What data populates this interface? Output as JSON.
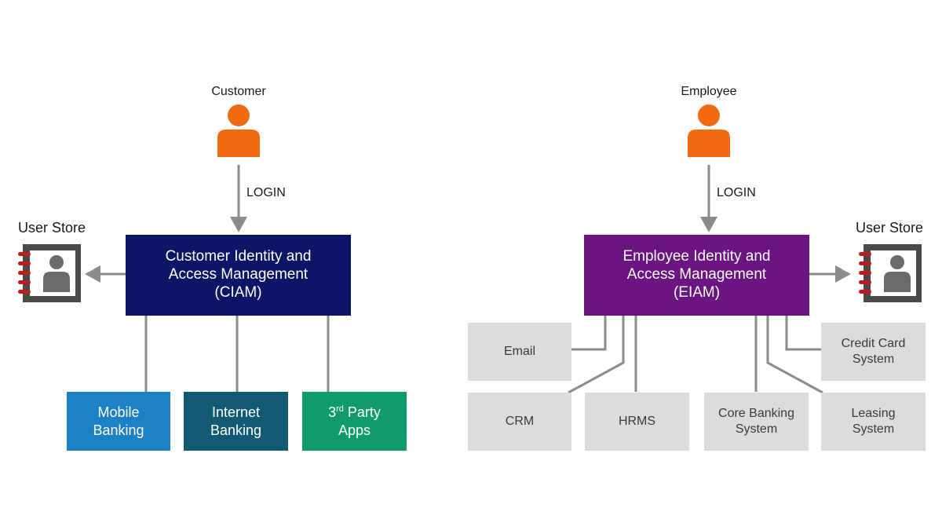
{
  "colors": {
    "accent_person": "#f26a10",
    "ciam": "#0d1566",
    "eiam": "#6b1582",
    "mobile": "#1c80c4",
    "internet": "#125a72",
    "third_party": "#0f9a6b",
    "system_box": "#dadcdd",
    "connector": "#8b8b8b",
    "store_ring": "#c21a1a"
  },
  "customer": {
    "label": "Customer",
    "icon": "person-icon",
    "login_label": "LOGIN",
    "store_label": "User Store",
    "store_icon": "contact-book-icon",
    "iam_text": "Customer Identity and\nAccess Management\n(CIAM)",
    "apps": {
      "mobile": "Mobile\nBanking",
      "internet": "Internet\nBanking",
      "third_party_num": "3",
      "third_party_sup": "rd",
      "third_party_rest": " Party",
      "third_party_line2": "Apps"
    }
  },
  "employee": {
    "label": "Employee",
    "icon": "person-icon",
    "login_label": "LOGIN",
    "store_label": "User Store",
    "store_icon": "contact-book-icon",
    "iam_text": "Employee Identity and\nAccess Management\n(EIAM)",
    "systems": {
      "email": "Email",
      "crm": "CRM",
      "hrms": "HRMS",
      "core_banking": "Core Banking\nSystem",
      "credit_card": "Credit Card\nSystem",
      "leasing": "Leasing\nSystem"
    }
  }
}
